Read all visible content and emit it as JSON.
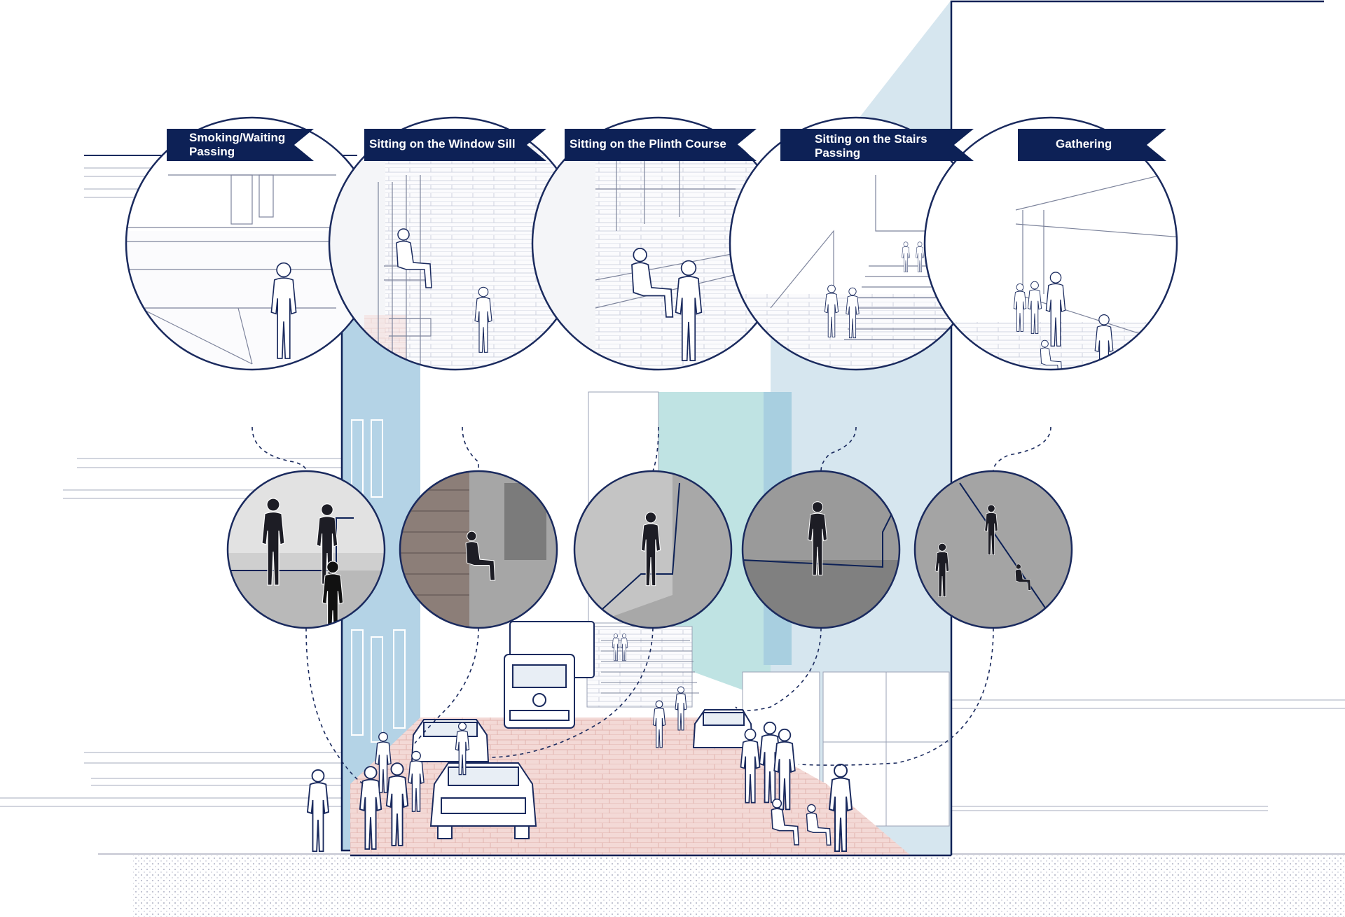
{
  "banners": [
    {
      "line1": "Smoking/Waiting",
      "line2": "Passing"
    },
    {
      "line1": "Sitting on the Window Sill",
      "line2": ""
    },
    {
      "line1": "Sitting on the Plinth Course",
      "line2": ""
    },
    {
      "line1": "Sitting on the Stairs",
      "line2": "Passing"
    },
    {
      "line1": "Gathering",
      "line2": ""
    }
  ],
  "colors": {
    "navy": "#0d2156",
    "line": "#1a2a5e",
    "sky_panel": "#d6e6ef",
    "teal_panel": "#bfe3e3",
    "blue_facade": "#b4d3e6",
    "pavement": "#f3d9d6",
    "photo_gray": "#8f8f8f"
  },
  "icons": {
    "person": "person-silhouette-icon",
    "car": "car-icon",
    "truck": "truck-icon"
  }
}
